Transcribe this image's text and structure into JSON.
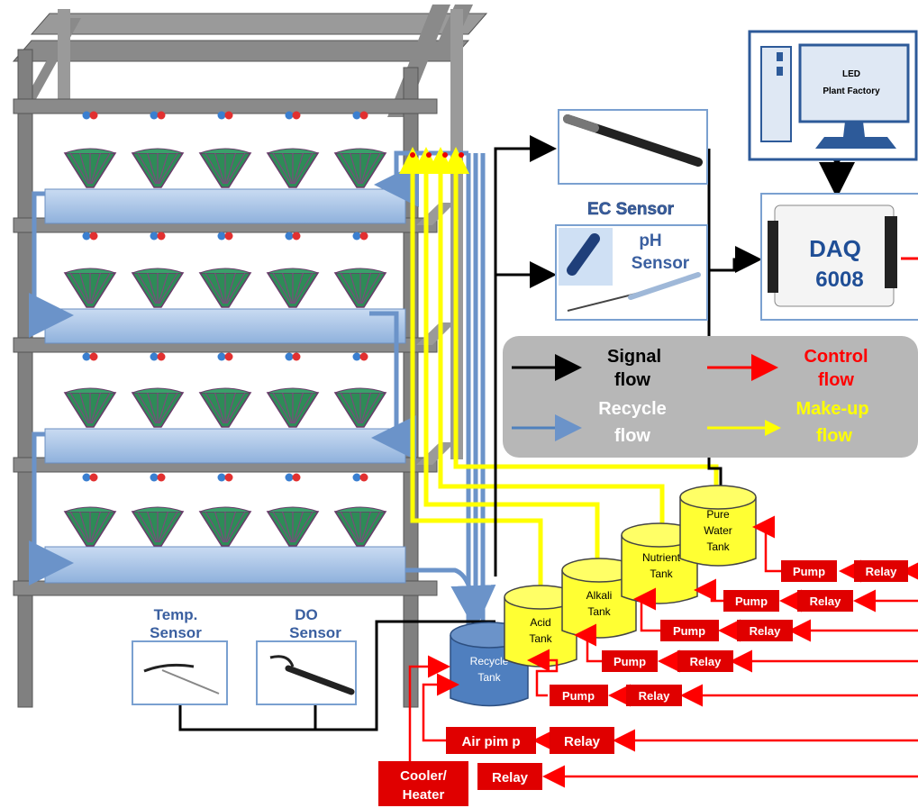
{
  "labels": {
    "ec_sensor": "EC Sensor",
    "ph_sensor_line1": "pH",
    "ph_sensor_line2": "Sensor",
    "daq_line1": "DAQ",
    "daq_line2": "6008",
    "pc_line1": "LED",
    "pc_line2": "Plant Factory",
    "temp_sensor_line1": "Temp.",
    "temp_sensor_line2": "Sensor",
    "do_sensor_line1": "DO",
    "do_sensor_line2": "Sensor"
  },
  "tanks": {
    "recycle_line1": "Recycle",
    "recycle_line2": "Tank",
    "acid_line1": "Acid",
    "acid_line2": "Tank",
    "alkali_line1": "Alkali",
    "alkali_line2": "Tank",
    "nutrient_line1": "Nutrient",
    "nutrient_line2": "Tank",
    "pure_line1": "Pure",
    "pure_line2": "Water",
    "pure_line3": "Tank"
  },
  "legend": {
    "signal_line1": "Signal",
    "signal_line2": "flow",
    "control_line1": "Control",
    "control_line2": "flow",
    "recycle_line1": "Recycle",
    "recycle_line2": "flow",
    "makeup_line1": "Make-up",
    "makeup_line2": "flow"
  },
  "controls": {
    "pump": "Pump",
    "relay": "Relay",
    "air_pump": "Air pim p",
    "cooler_line1": "Cooler/",
    "cooler_line2": "Heater"
  },
  "colors": {
    "signal": "#000000",
    "control": "#ff0000",
    "recycle": "#4f81bd",
    "makeup": "#ffff00",
    "tray": "#a9c4e6",
    "tank_yellow": "#ffff33",
    "recycle_tank": "#4f7fbf",
    "frame": "#7f7f7f",
    "plant": "#2e8b57",
    "legend_bg": "#b7b7b7",
    "relay_box": "#e00000"
  }
}
